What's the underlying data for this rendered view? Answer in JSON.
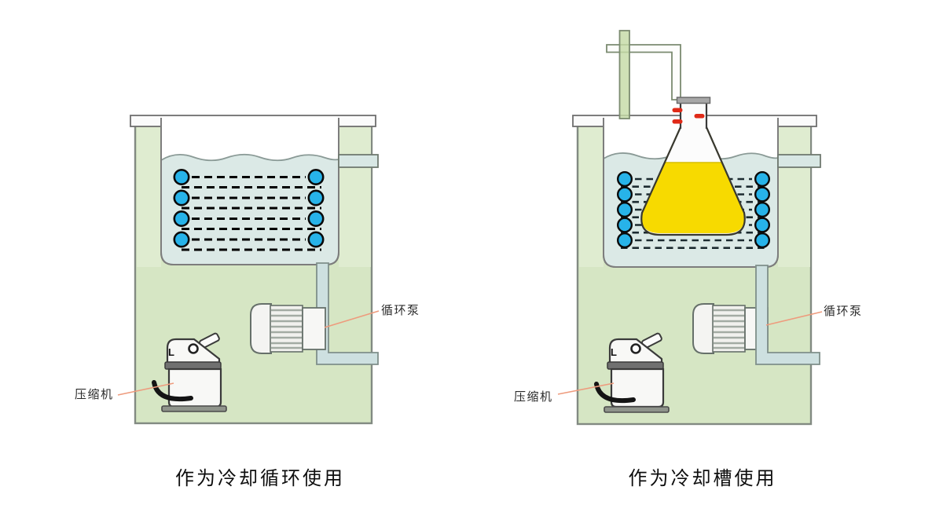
{
  "panels": {
    "left": {
      "caption": "作为冷却循环使用",
      "pump_label": "循环泵",
      "compressor_label": "压缩机"
    },
    "right": {
      "caption": "作为冷却槽使用",
      "pump_label": "循环泵",
      "compressor_label": "压缩机"
    }
  },
  "compressor_mark": "L",
  "colors": {
    "tank_green": "#d6e6c4",
    "tank_column_green": "#dfecd0",
    "water_blue": "#dbe9e6",
    "coil_blue": "#27b3e9",
    "flask_yellow": "#f7da00",
    "clamp_red": "#e02a18",
    "pipe_blue": "#cde0e0",
    "green_pipe": "#c5dba6",
    "leader_salmon": "#ee9b7d",
    "outline_gray": "#8a8a8a",
    "dark_outline": "#3a3a3a",
    "text_dark": "#222222"
  }
}
